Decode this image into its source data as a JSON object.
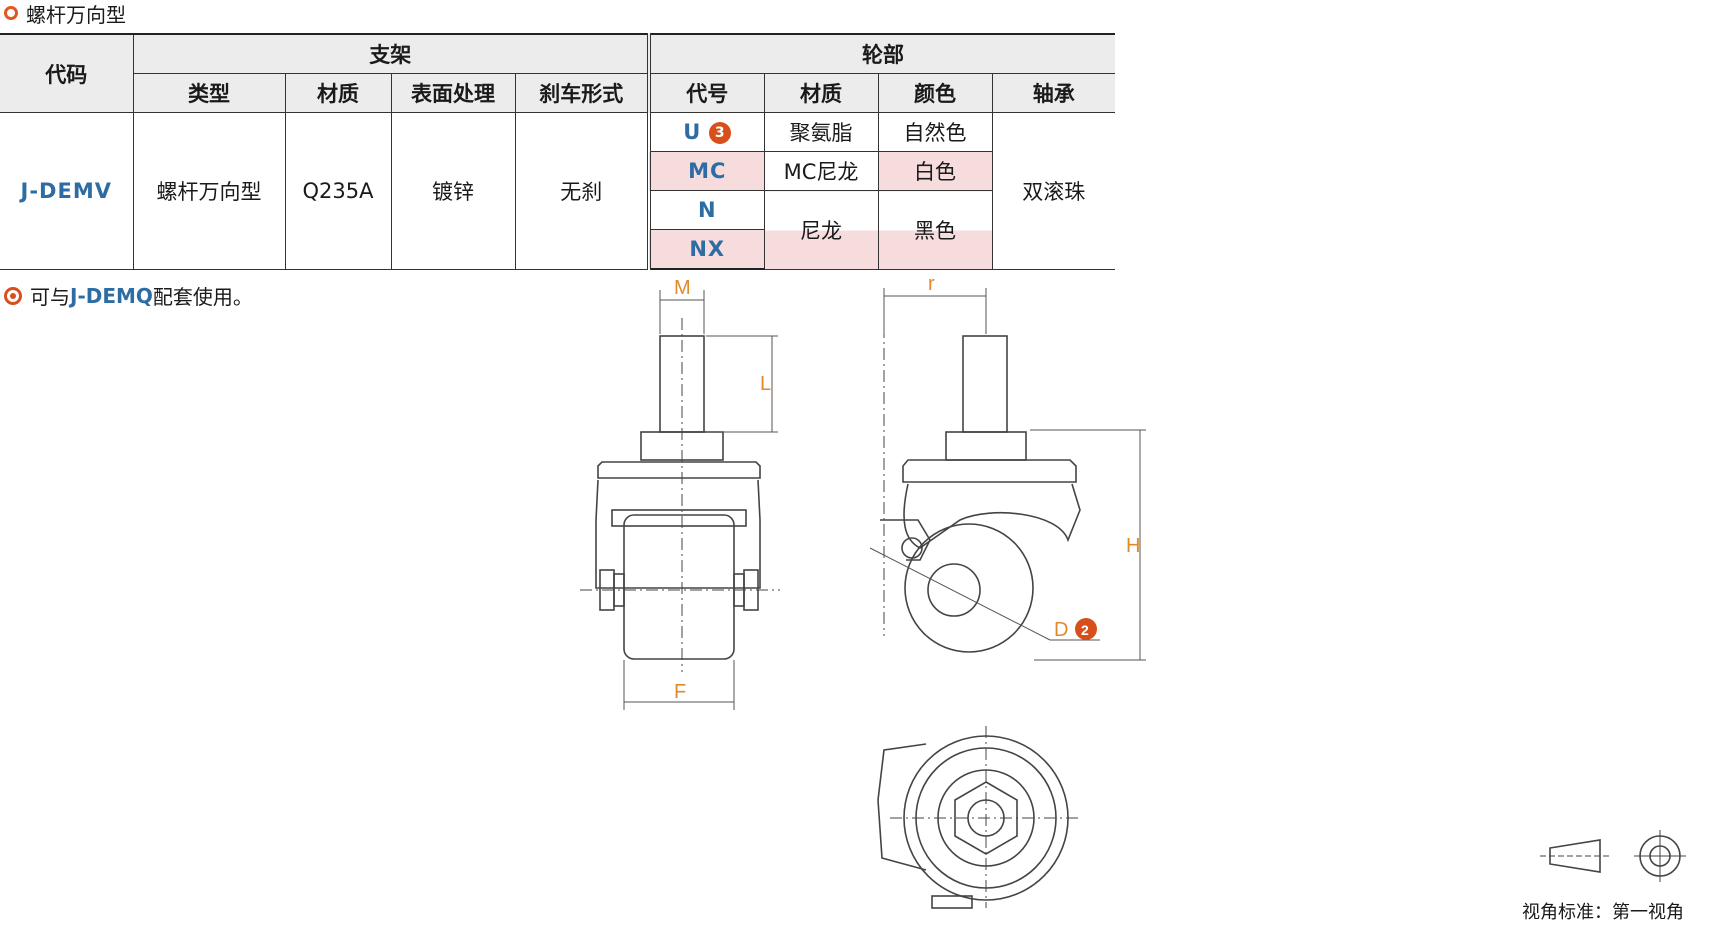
{
  "title": "螺杆万向型",
  "table": {
    "headers": {
      "code": "代码",
      "bracket": "支架",
      "wheel": "轮部",
      "type": "类型",
      "material": "材质",
      "surface": "表面处理",
      "brake": "刹车形式",
      "wheel_code": "代号",
      "wheel_material": "材质",
      "color": "颜色",
      "bearing": "轴承"
    },
    "row": {
      "code": "J-DEMV",
      "type": "螺杆万向型",
      "material": "Q235A",
      "surface": "镀锌",
      "brake": "无刹",
      "bearing": "双滚珠"
    },
    "wheels": [
      {
        "code": "U",
        "badge": "3",
        "material": "聚氨脂",
        "color": "自然色"
      },
      {
        "code": "MC",
        "material": "MC尼龙",
        "color": "白色"
      },
      {
        "code": "N",
        "material": "尼龙",
        "color": "黑色"
      },
      {
        "code": "NX"
      }
    ]
  },
  "note": {
    "prefix": "可与",
    "code": "J-DEMQ",
    "suffix": "配套使用。"
  },
  "dimensions": {
    "M": "M",
    "L": "L",
    "r": "r",
    "H": "H",
    "D": "D",
    "D_badge": "2",
    "F": "F"
  },
  "view_standard": "视角标准：第一视角",
  "colors": {
    "accent": "#d7501c",
    "code_blue": "#2e6da4",
    "highlight": "#f6dcdc",
    "header_bg": "#ececec"
  }
}
